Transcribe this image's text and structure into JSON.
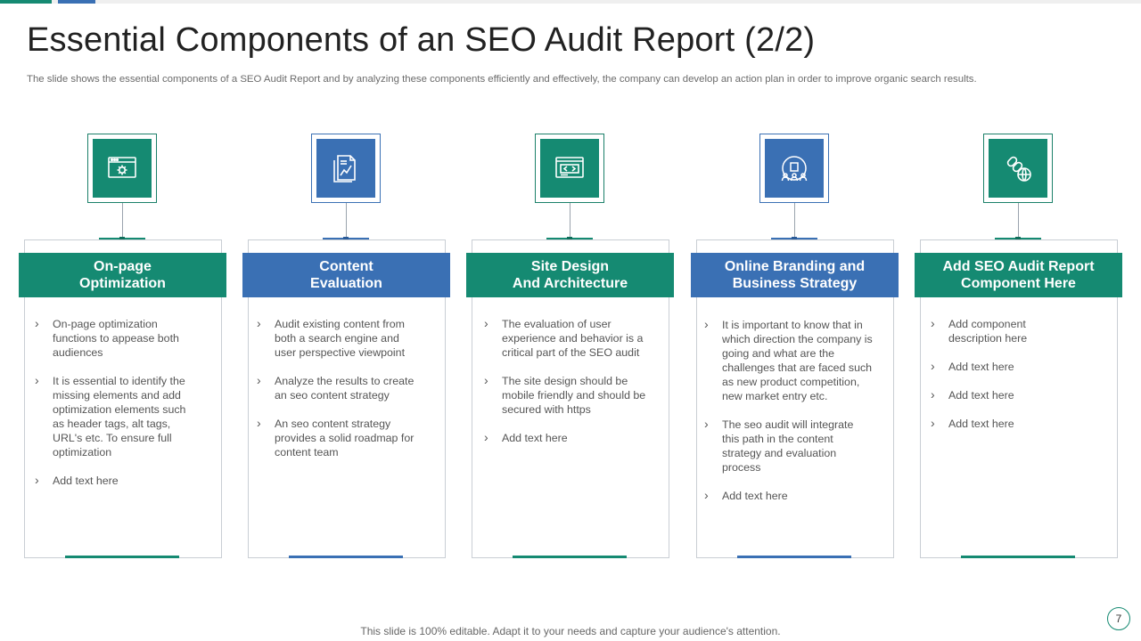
{
  "title": "Essential Components of an SEO Audit Report (2/2)",
  "subtitle": "The slide shows the essential components of a SEO Audit Report and by analyzing these components efficiently and effectively,  the company can develop an action plan in order to improve organic search results.",
  "colors": {
    "green": "#158a72",
    "blue": "#3a70b4"
  },
  "columns": [
    {
      "icon": "browser-settings-icon",
      "title_lines": [
        "On-page",
        "Optimization"
      ],
      "bullets": [
        "On-page optimization functions to appease both audiences",
        "It is essential to identify the missing elements and add optimization elements such as header tags, alt tags, URL's etc. To ensure full optimization",
        "Add text here"
      ]
    },
    {
      "icon": "document-chart-icon",
      "title_lines": [
        "Content",
        "Evaluation"
      ],
      "bullets": [
        "Audit existing content from both a search engine and user perspective viewpoint",
        "Analyze the results to create an seo content strategy",
        "An seo content strategy provides  a solid roadmap for content team"
      ]
    },
    {
      "icon": "web-design-icon",
      "title_lines": [
        "Site Design",
        "And Architecture"
      ],
      "bullets": [
        "The evaluation  of user experience and behavior  is a critical part of the SEO audit",
        "The site design should be mobile friendly and should be secured with https",
        "Add text here"
      ]
    },
    {
      "icon": "team-branding-icon",
      "title_lines": [
        "Online Branding and",
        "Business Strategy"
      ],
      "bullets": [
        "It is important to know that in which direction the company is going and what are the challenges that are faced such as new product competition, new market entry etc.",
        "The seo audit will integrate this path in the content strategy and evaluation process",
        "Add text here"
      ]
    },
    {
      "icon": "link-globe-icon",
      "title_lines": [
        "Add SEO Audit Report",
        "Component Here"
      ],
      "bullets": [
        "Add component description here",
        "Add text here",
        "Add text here",
        "Add text here"
      ]
    }
  ],
  "footer": "This slide is 100% editable. Adapt it to your needs and capture your audience's attention.",
  "page_number": "7"
}
